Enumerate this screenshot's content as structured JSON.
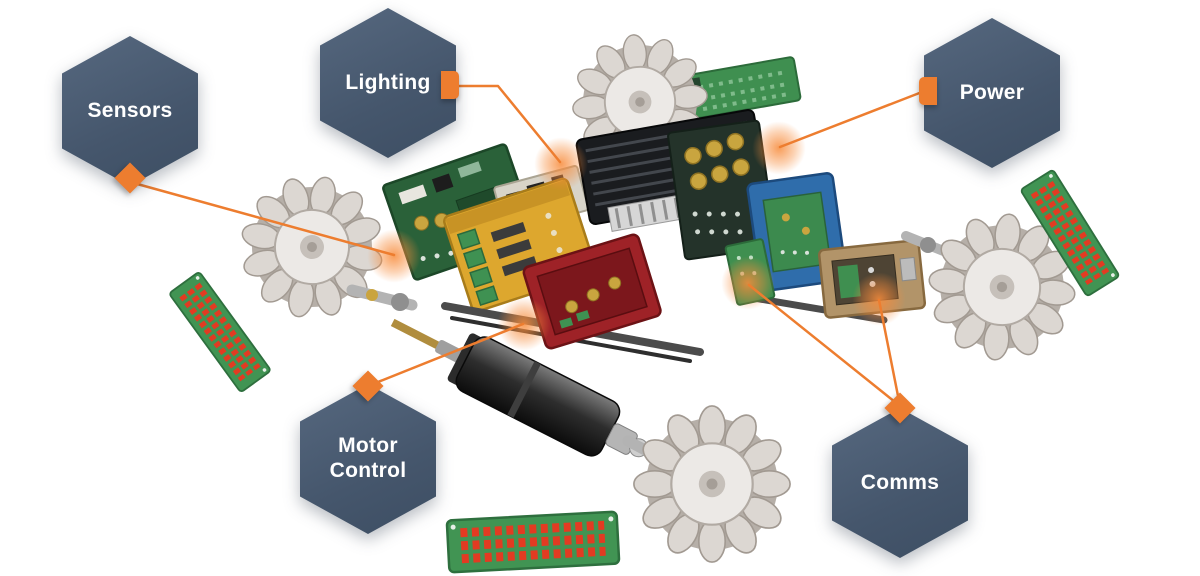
{
  "palette": {
    "background": "#ffffff",
    "hexagon": "#45566c",
    "accent_orange": "#ed7d2f",
    "pcb_green": "#3f8f50",
    "box_yellow": "#dda72e",
    "box_red": "#9e2227",
    "box_blue": "#2f6dab",
    "box_brown": "#b29469",
    "wheel_grey": "#dcd7d2"
  },
  "callouts": [
    {
      "id": "sensors",
      "label": "Sensors"
    },
    {
      "id": "lighting",
      "label": "Lighting"
    },
    {
      "id": "power",
      "label": "Power"
    },
    {
      "id": "motor_control",
      "label": "Motor\nControl"
    },
    {
      "id": "comms",
      "label": "Comms"
    }
  ],
  "illustration": {
    "description": "exploded-view render of a mecanum-wheel robot with stacked electronics modules",
    "components": [
      "mecanum-wheel-left",
      "mecanum-wheel-top",
      "mecanum-wheel-right",
      "mecanum-wheel-bottom",
      "led-pin-board-left",
      "led-pin-board-right",
      "led-pin-board-bottom",
      "pcb-panel-green",
      "pcb-grey",
      "lighting-box-yellow",
      "driver-box-red",
      "heatsink-module-black",
      "power-board",
      "comms-box-blue",
      "pcb-small-green",
      "radio-box-brown",
      "drive-motor",
      "chassis-rails",
      "pcb-top-green"
    ]
  }
}
